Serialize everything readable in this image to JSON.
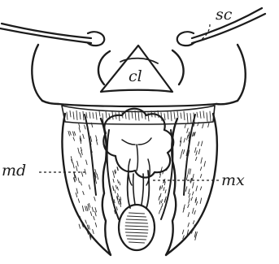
{
  "figure": {
    "labels": {
      "sc": "sc",
      "cl": "cl",
      "md": "md",
      "mx": "mx"
    },
    "colors": {
      "ink": "#1c1c1c",
      "paper": "#ffffff"
    }
  }
}
